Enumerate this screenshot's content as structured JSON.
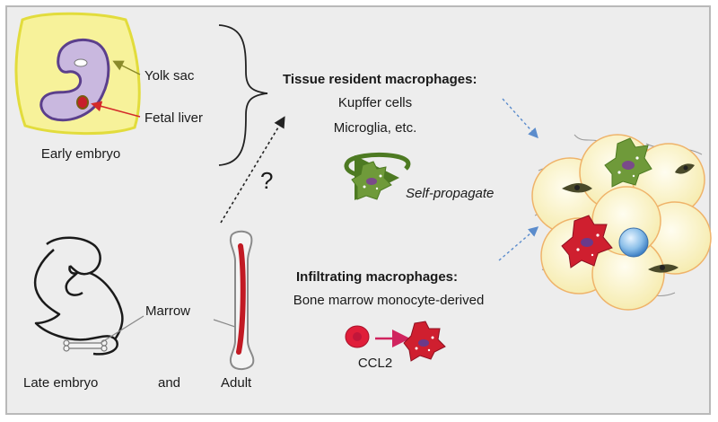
{
  "labels": {
    "yolk_sac": "Yolk sac",
    "fetal_liver": "Fetal liver",
    "early_embryo": "Early embryo",
    "late_embryo": "Late embryo",
    "and": "and",
    "adult": "Adult",
    "marrow": "Marrow",
    "question": "?",
    "tissue_resident_title": "Tissue resident macrophages:",
    "kupffer": "Kupffer cells",
    "microglia": "Microglia, etc.",
    "self_propagate": "Self-propagate",
    "infiltrating_title": "Infiltrating macrophages:",
    "bone_marrow_derived": "Bone marrow monocyte-derived",
    "ccl2": "CCL2"
  },
  "colors": {
    "yolk": "#f7f29a",
    "yolk_edge": "#e2dc3c",
    "embryo": "#c9b8df",
    "embryo_edge": "#5b3f8c",
    "liver": "#c81e2a",
    "resident_macrophage": "#6f9a3a",
    "infiltrating_macrophage": "#cf1f2f",
    "hepatocyte": "#fbf6cf",
    "lymphocyte": "#7fb6e8",
    "arrow_blue": "#5b8ccc"
  }
}
